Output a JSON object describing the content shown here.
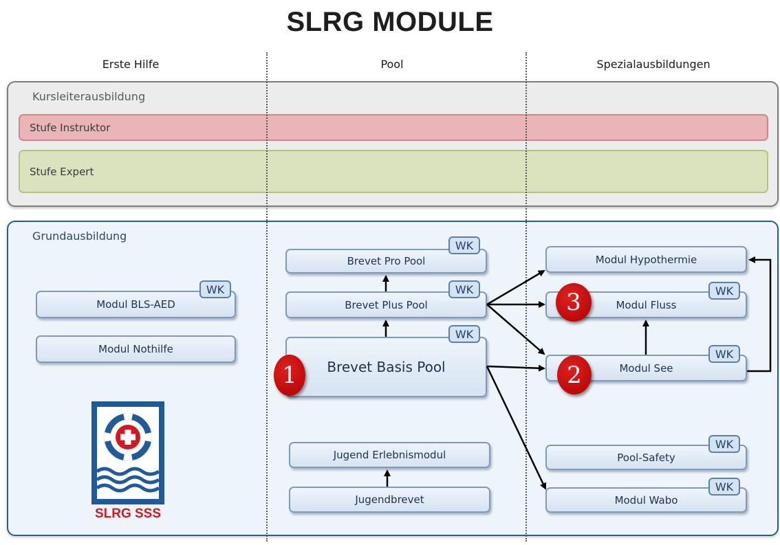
{
  "title": "SLRG MODULE",
  "columns": [
    "Erste Hilfe",
    "Pool",
    "Spezialausbildungen"
  ],
  "kursleiter": {
    "label": "Kursleiterausbildung",
    "instruktor": "Stufe Instruktor",
    "expert": "Stufe Expert"
  },
  "grund": {
    "label": "Grundausbildung",
    "wk": "WK",
    "modules": {
      "bls": "Modul BLS-AED",
      "nothilfe": "Modul Nothilfe",
      "pro_pool": "Brevet Pro Pool",
      "plus_pool": "Brevet Plus Pool",
      "basis_pool": "Brevet Basis Pool",
      "jugend_erlebnis": "Jugend Erlebnismodul",
      "jugendbrevet": "Jugendbrevet",
      "hypothermie": "Modul Hypothermie",
      "fluss": "Modul Fluss",
      "see": "Modul See",
      "pool_safety": "Pool-Safety",
      "wabo": "Modul Wabo"
    },
    "badges": [
      "1",
      "2",
      "3"
    ]
  },
  "logo": {
    "text": "SLRG SSS",
    "colors": {
      "red": "#d3181f",
      "blue": "#1e5a9c"
    }
  },
  "colors": {
    "module_border": "#7f9ab8",
    "group_border": "#2c5d86",
    "instruktor": "#e9b5b6",
    "expert": "#dae3bd",
    "badge": "#c80000"
  }
}
